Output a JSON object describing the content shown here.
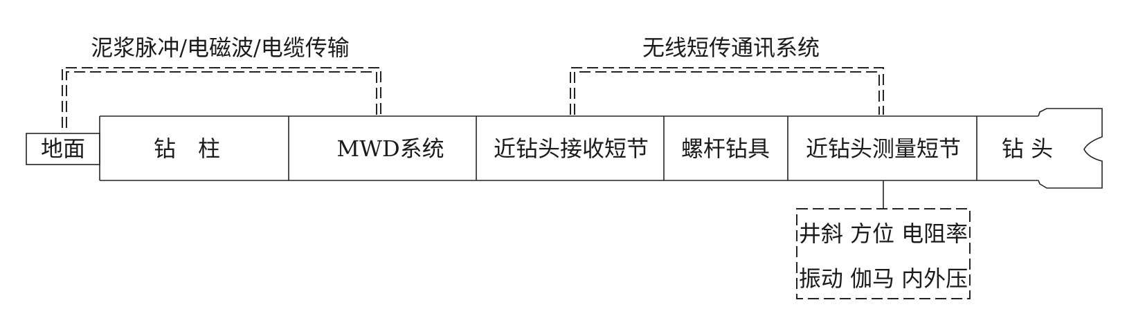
{
  "labels": {
    "top_left": "泥浆脉冲/电磁波/电缆传输",
    "top_right": "无线短传通讯系统",
    "ground": "地面",
    "segments": [
      "钻　柱",
      "MWD系统",
      "近钻头接收短节",
      "螺杆钻具",
      "近钻头测量短节",
      "钻 头"
    ],
    "sensors_row1": "井斜 方位 电阻率",
    "sensors_row2": "振动 伽马 内外压"
  },
  "colors": {
    "line": "#222222",
    "text": "#1a1a1a",
    "background": "#ffffff"
  }
}
